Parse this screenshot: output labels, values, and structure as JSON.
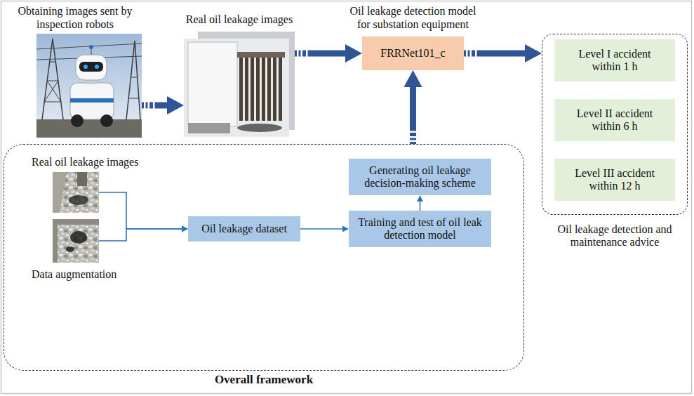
{
  "diagram": {
    "nodes": [
      {
        "text": [
          "Obtaining images sent by inspection robots"
        ]
      },
      {
        "text": [
          "Real oil leakage images"
        ]
      },
      {
        "text": [
          "Oil leakage detection model for substation equipment",
          "FRRNet101_c"
        ]
      },
      {
        "text": [
          "Oil leakage detection and maintenance advice"
        ]
      },
      {
        "text": [
          "Level I accident within 1 h"
        ],
        "in": 3
      },
      {
        "text": [
          "Level II accident within 6 h"
        ],
        "in": 3
      },
      {
        "text": [
          "Level III accident within 12 h"
        ],
        "in": 3
      },
      {
        "text": [
          "Overall framework"
        ]
      },
      {
        "text": [
          "Real oil leakage images"
        ],
        "in": 7
      },
      {
        "text": [
          "Data augmentation"
        ],
        "in": 7
      },
      {
        "text": [
          "Oil leakage dataset"
        ],
        "in": 7
      },
      {
        "text": [
          "Training and test of oil leak detection model"
        ],
        "in": 7
      },
      {
        "text": [
          "Generating oil leakage decision-making scheme"
        ],
        "in": 7
      }
    ],
    "edges": [
      {
        "from": 0,
        "to": 1,
        "arrow": "to"
      },
      {
        "from": 1,
        "to": 2,
        "arrow": "to"
      },
      {
        "from": 2,
        "to": 3,
        "arrow": "to"
      },
      {
        "from": 8,
        "to": 10,
        "arrow": "to"
      },
      {
        "from": 9,
        "to": 10,
        "arrow": "to"
      },
      {
        "from": 10,
        "to": 11,
        "arrow": "to"
      },
      {
        "from": 11,
        "to": 12,
        "arrow": "to"
      },
      {
        "from": 7,
        "to": 2,
        "arrow": "to"
      }
    ]
  }
}
